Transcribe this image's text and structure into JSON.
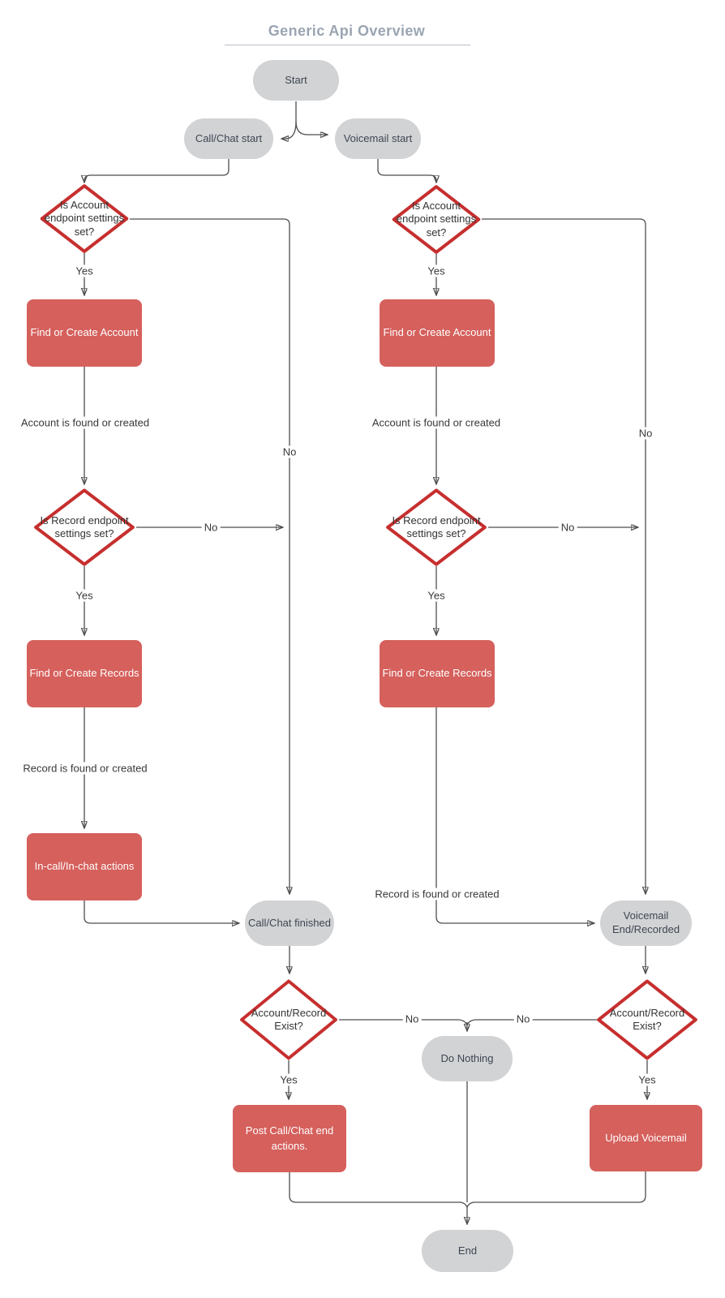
{
  "title": "Generic Api Overview",
  "colors": {
    "red_fill": "#d5605c",
    "diamond_border": "#c62f2e",
    "gray_fill": "#d2d3d5",
    "gray_text": "#3e4651",
    "line": "#4d4d4d",
    "arrow": "#2f2f2f",
    "title_text": "#9aa5b2",
    "title_rule": "#b7bdc7",
    "label_text": "#383838",
    "background": "#ffffff"
  },
  "nodes": {
    "start": {
      "label": "Start"
    },
    "call_chat_start": {
      "label": "Call/Chat start"
    },
    "voicemail_start": {
      "label": "Voicemail start"
    },
    "is_account_set_left": {
      "label": "Is Account endpoint settings set?"
    },
    "is_account_set_right": {
      "label": "Is Account endpoint settings set?"
    },
    "find_or_create_account_left": {
      "label": "Find or Create Account"
    },
    "find_or_create_account_right": {
      "label": "Find or Create Account"
    },
    "is_record_set_left": {
      "label": "Is Record endpoint settings set?"
    },
    "is_record_set_right": {
      "label": "Is Record endpoint settings set?"
    },
    "find_or_create_records_left": {
      "label": "Find or Create Records"
    },
    "find_or_create_records_right": {
      "label": "Find or Create Records"
    },
    "in_call_actions": {
      "label": "In-call/In-chat actions"
    },
    "call_chat_finished": {
      "label": "Call/Chat finished"
    },
    "voicemail_end": {
      "label": "Voicemail End/Recorded"
    },
    "account_record_exist_left": {
      "label": "Account/Record Exist?"
    },
    "account_record_exist_right": {
      "label": "Account/Record Exist?"
    },
    "do_nothing": {
      "label": "Do Nothing"
    },
    "post_call_chat_end": {
      "label": "Post Call/Chat end actions."
    },
    "upload_voicemail": {
      "label": "Upload Voicemail"
    },
    "end": {
      "label": "End"
    }
  },
  "edges": {
    "yes_account_left": "Yes",
    "yes_account_right": "Yes",
    "account_found_left": "Account is found or created",
    "account_found_right": "Account is found or created",
    "no_account_left": "No",
    "no_account_right": "No",
    "no_record_left": "No",
    "no_record_right": "No",
    "yes_record_left": "Yes",
    "yes_record_right": "Yes",
    "record_found_left": "Record is found or created",
    "record_found_right": "Record is found or created",
    "no_exist_left": "No",
    "no_exist_right": "No",
    "yes_exist_left": "Yes",
    "yes_exist_right": "Yes"
  }
}
